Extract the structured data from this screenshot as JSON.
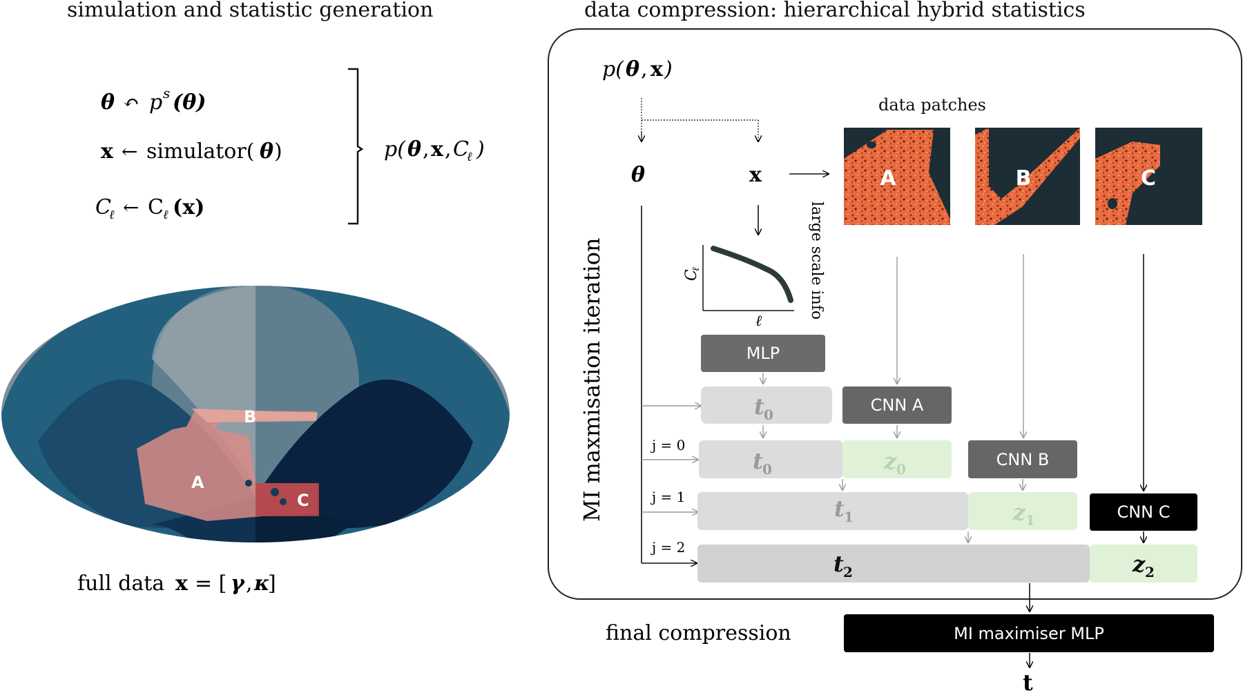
{
  "left": {
    "title": "simulation and statistic generation",
    "eq1": {
      "lhs": "θ",
      "op": "↶",
      "rhs_p": "p",
      "rhs_sup": "s",
      "rhs_arg": "(θ)"
    },
    "eq2": {
      "lhs": "x",
      "op": "←",
      "rhs": "simulator(",
      "rhs_arg": "θ",
      "rhs_close": ")"
    },
    "eq3": {
      "lhs": "C",
      "lhs_sub": "ℓ",
      "op": "←",
      "rhs": "C",
      "rhs_sub": "ℓ",
      "rhs_arg": "(x)"
    },
    "joint": {
      "open": "p(",
      "a": "θ",
      "b": "x",
      "c": "C",
      "c_sub": "ℓ",
      "close": ")"
    },
    "map_labels": {
      "a": "A",
      "b": "B",
      "c": "C"
    },
    "caption": {
      "prefix": "full data",
      "x": "x",
      "eq": "= [",
      "gamma": "γ",
      "kappa": "κ",
      "close": "]"
    }
  },
  "right": {
    "title": "data compression:  hierarchical hybrid statistics",
    "top_expr": {
      "open": "p(",
      "a": "θ",
      "b": "x",
      "close": ")"
    },
    "theta": "θ",
    "x": "x",
    "patches_label": "data patches",
    "patch_labels": [
      "A",
      "B",
      "C"
    ],
    "large_scale": "large scale info",
    "cl_axis_y": "C",
    "cl_axis_y_sub": "ℓ",
    "cl_axis_x": "ℓ",
    "iteration_label": "MI maxmisation iteration",
    "mlp": "MLP",
    "cnn_a": "CNN  A",
    "cnn_b": "CNN  B",
    "cnn_c": "CNN  C",
    "j_labels": [
      "j = 0",
      "j = 1",
      "j = 2"
    ],
    "t_base": "t",
    "z_base": "z",
    "subs": [
      "0",
      "1",
      "2"
    ],
    "final_label": "final compression",
    "final_box": "MI maximiser MLP",
    "output": "t"
  },
  "colors": {
    "mlp_box": "#6b6b6b",
    "cnn_dark": "#666666",
    "cnn_black": "#000000",
    "t_light": "#dcdcdc",
    "t_mid": "#d2d2d2",
    "z_green": "#dff2d8",
    "patch_bg": "#1c2d36",
    "patch_orange": "#e86a3e"
  }
}
